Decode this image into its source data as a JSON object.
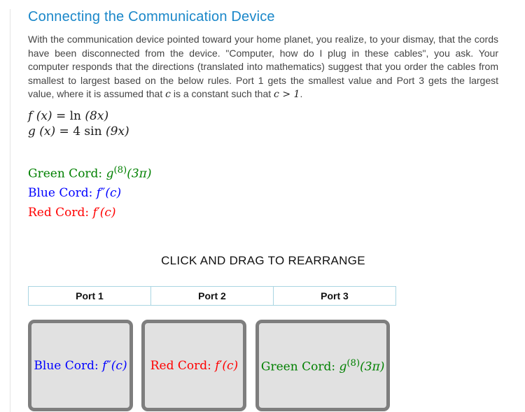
{
  "page": {
    "title": "Connecting the Communication Device",
    "instruction": "CLICK AND DRAG TO REARRANGE"
  },
  "intro": {
    "text1": "With the communication device pointed toward your home planet, you realize, to your dismay, that the cords have been disconnected from the device. \"Computer, how do I plug in these cables\", you ask. Your computer responds that the directions (translated into mathematics) suggest that you order the cables from smallest to largest based on the below rules. Port 1 gets the smallest value and Port 3 gets the largest value, where it is assumed that ",
    "math1": "c",
    "text2": " is a constant such that ",
    "math2": "c > 1",
    "text3": "."
  },
  "formulas": {
    "f": {
      "lhs": "f (x)",
      "eq": " = ",
      "fn": "ln ",
      "arg": "(8x)"
    },
    "g": {
      "lhs": "g (x)",
      "eq": " = ",
      "fn": "4 sin ",
      "arg": "(9x)"
    }
  },
  "cords": {
    "green": {
      "prefix": "Green Cord: ",
      "base": "g",
      "sup": "(8)",
      "arg": "(3π)",
      "color": "#008000"
    },
    "blue": {
      "prefix": "Blue Cord: ",
      "base": "f",
      "primes": "″",
      "arg": "(c)",
      "color": "#0000ff"
    },
    "red": {
      "prefix": "Red Cord: ",
      "base": "f",
      "primes": "′",
      "arg": "(c)",
      "color": "#ff0000"
    }
  },
  "ports": {
    "headers": [
      "Port 1",
      "Port 2",
      "Port 3"
    ]
  },
  "box_order": [
    "blue",
    "red",
    "green"
  ],
  "colors": {
    "title_blue": "#1a87c9",
    "table_border": "#a9d5e2",
    "box_border": "#7e7e7e",
    "box_fill": "#e1e1e1",
    "body_text": "#444444"
  }
}
